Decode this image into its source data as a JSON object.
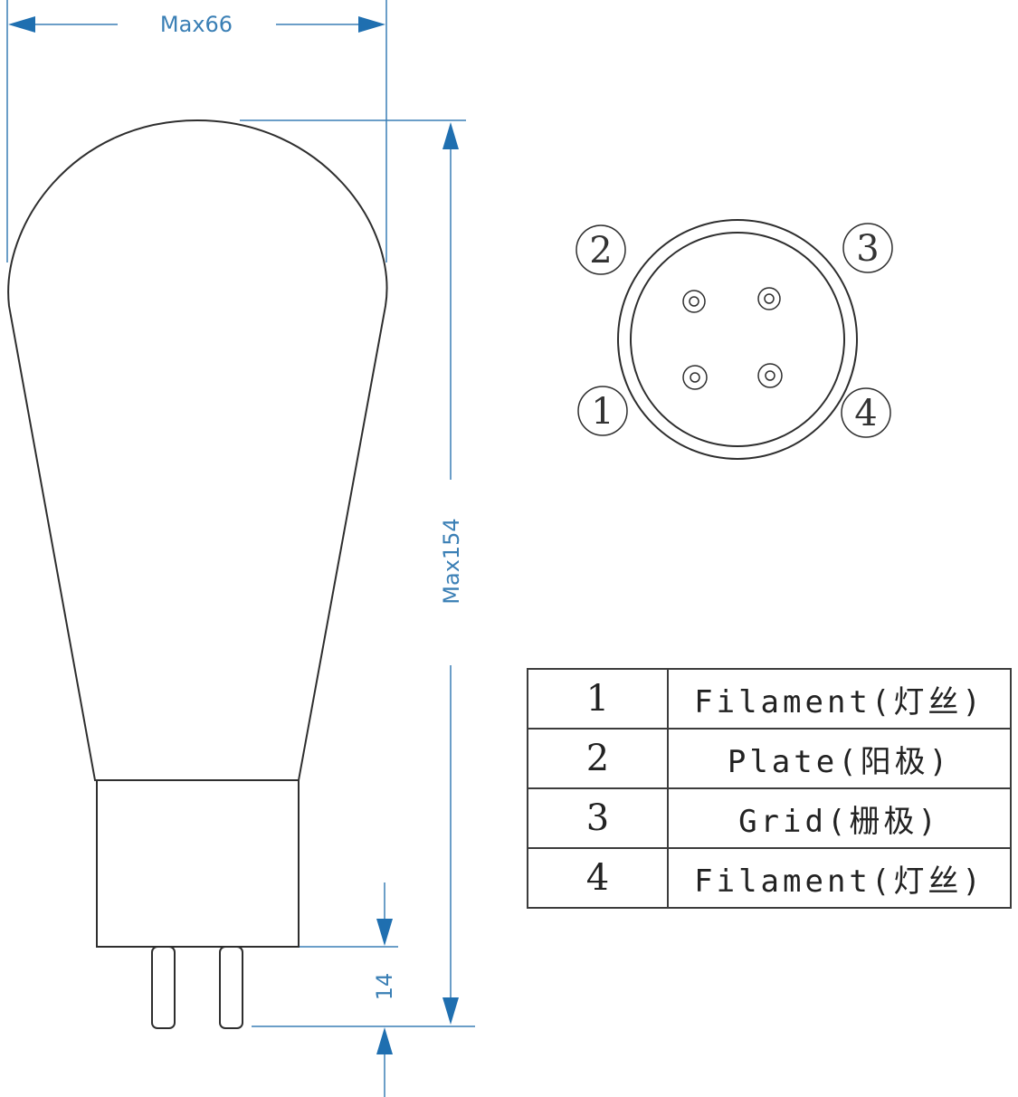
{
  "dimensions": {
    "width_label": "Max66",
    "height_label": "Max154",
    "pin_length_label": "14"
  },
  "pin_diagram": {
    "labels": [
      "1",
      "2",
      "3",
      "4"
    ]
  },
  "pin_table": {
    "rows": [
      {
        "pin": "1",
        "function": "Filament(灯丝)"
      },
      {
        "pin": "2",
        "function": "Plate(阳极)"
      },
      {
        "pin": "3",
        "function": "Grid(栅极)"
      },
      {
        "pin": "4",
        "function": "Filament(灯丝)"
      }
    ]
  },
  "colors": {
    "dimension": "#3a7fb5",
    "outline": "#2e2e2e"
  }
}
